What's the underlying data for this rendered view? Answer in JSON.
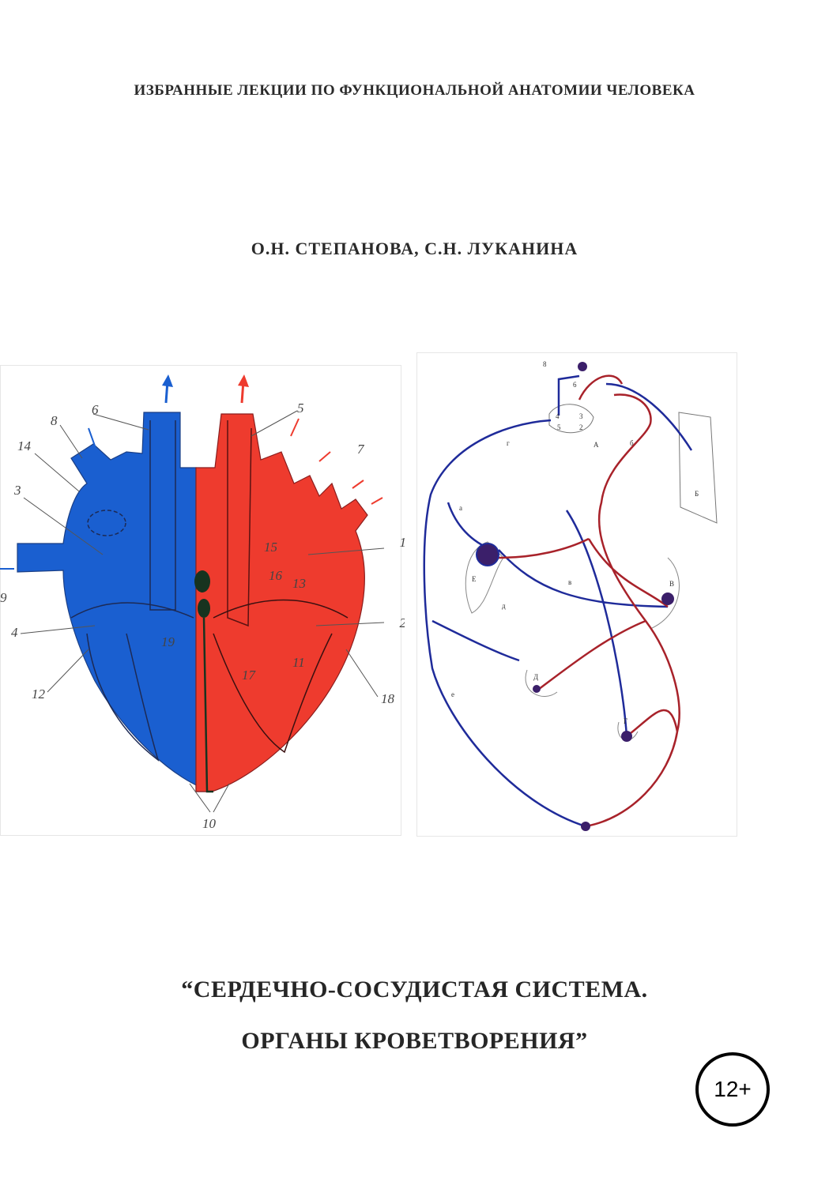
{
  "series_title": "ИЗБРАННЫЕ ЛЕКЦИИ ПО ФУНКЦИОНАЛЬНОЙ АНАТОМИИ ЧЕЛОВЕКА",
  "authors": "О.Н. СТЕПАНОВА, С.Н. ЛУКАНИНА",
  "title_line1": "“СЕРДЕЧНО-СОСУДИСТАЯ СИСТЕМА.",
  "title_line2": "ОРГАНЫ КРОВЕТВОРЕНИЯ”",
  "age_rating": "12+",
  "colors": {
    "venous": "#1a5fd0",
    "arterial": "#ee3b2e",
    "vessel_dark_blue": "#1f2b9a",
    "vessel_dark_red": "#a8222a"
  },
  "heart_labels": [
    "1",
    "2",
    "3",
    "4",
    "5",
    "6",
    "7",
    "8",
    "9",
    "10",
    "11",
    "12",
    "13",
    "14",
    "15",
    "16",
    "17",
    "18",
    "19"
  ],
  "circulation_labels": [
    "8",
    "6",
    "4",
    "5",
    "3",
    "2",
    "А",
    "Б",
    "В",
    "Г",
    "Д",
    "Е",
    "а",
    "б",
    "в",
    "г",
    "д",
    "е"
  ]
}
